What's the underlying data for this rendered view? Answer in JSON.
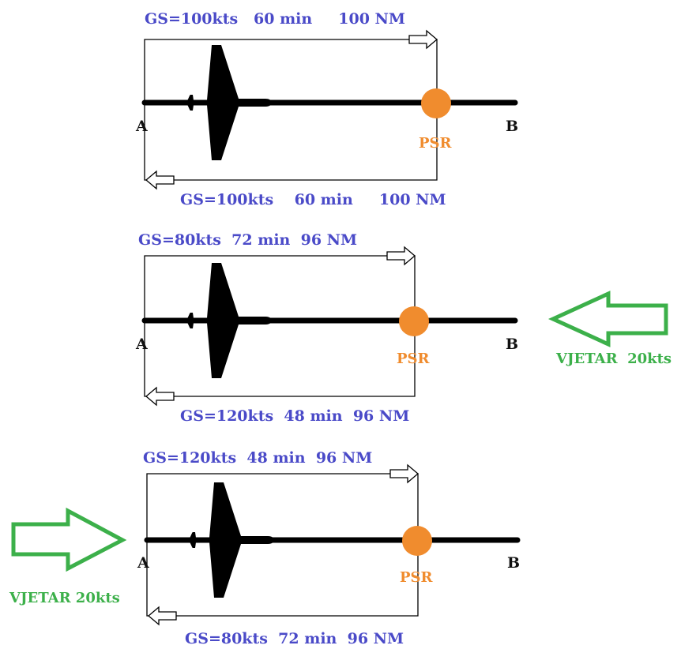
{
  "panels": [
    {
      "top_label": "GS=100kts   60 min     100 NM",
      "bottom_label": "GS=100kts    60 min     100 NM",
      "point_a": "A",
      "point_b": "B",
      "psr_label": "PSR",
      "wind_label": ""
    },
    {
      "top_label": "GS=80kts  72 min  96 NM",
      "bottom_label": "GS=120kts  48 min  96 NM",
      "point_a": "A",
      "point_b": "B",
      "psr_label": "PSR",
      "wind_label": "VJETAR  20kts"
    },
    {
      "top_label": "GS=120kts  48 min  96 NM",
      "bottom_label": "GS=80kts  72 min  96 NM",
      "point_a": "A",
      "point_b": "B",
      "psr_label": "PSR",
      "wind_label": "VJETAR 20kts"
    }
  ],
  "colors": {
    "route_text": "#4a4ac8",
    "psr": "#f08c2e",
    "wind": "#3cb04a"
  },
  "icons": [
    "airplane-icon",
    "outbound-arrow-icon",
    "return-arrow-icon",
    "wind-arrow-icon",
    "psr-dot-icon"
  ]
}
